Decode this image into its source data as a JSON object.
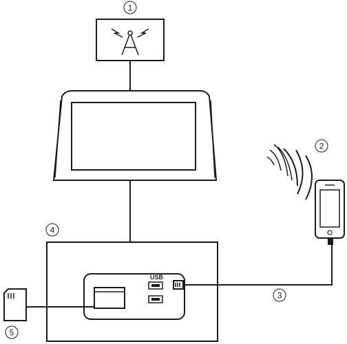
{
  "callouts": {
    "antenna": "1",
    "smartphone": "2",
    "usb_cable": "3",
    "main_unit": "4",
    "sd_card": "5"
  },
  "usb_port_label": "USB",
  "icons": [
    "antenna-icon",
    "display-icon",
    "smartphone-icon",
    "wireless-signal-icon",
    "sd-card-icon",
    "usb-port-icon"
  ],
  "colors": {
    "line": "#1a1a1a",
    "background": "#ffffff"
  }
}
